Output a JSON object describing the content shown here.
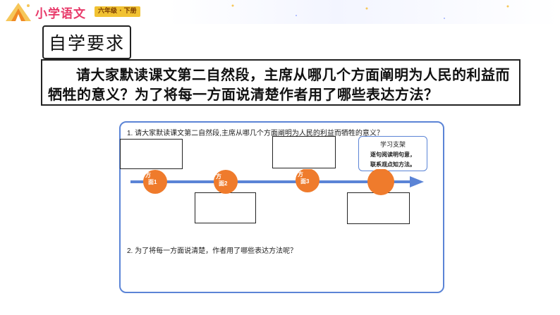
{
  "header": {
    "brand": "小学语文",
    "grade": "六年级 · 下册"
  },
  "heading": "自学要求",
  "question": "请大家默读课文第二自然段，主席从哪几个方面阐明为人民的利益而牺牲的意义？为了将每一方面说清楚作者用了哪些表达方法？",
  "worksheet": {
    "q1": "1.  请大家默读课文第二自然段,主席从哪几个方面阐明为人民的利益而牺牲的意义？",
    "q2": "2.  为了将每一方面说清楚，作者用了哪些表达方法呢？",
    "support": {
      "title": "学习支架",
      "line1": "逐句阅读明句意，",
      "line2": "联系观点知方法。"
    },
    "aspects": [
      {
        "top": "方",
        "bottom": "面1"
      },
      {
        "top": "方",
        "bottom": "面2"
      },
      {
        "top": "方",
        "bottom": "面3"
      }
    ]
  },
  "colors": {
    "arrow": "#5b84d6",
    "node": "#ef7b2c",
    "brand": "#e83a6a",
    "badge": "#f1c232"
  }
}
